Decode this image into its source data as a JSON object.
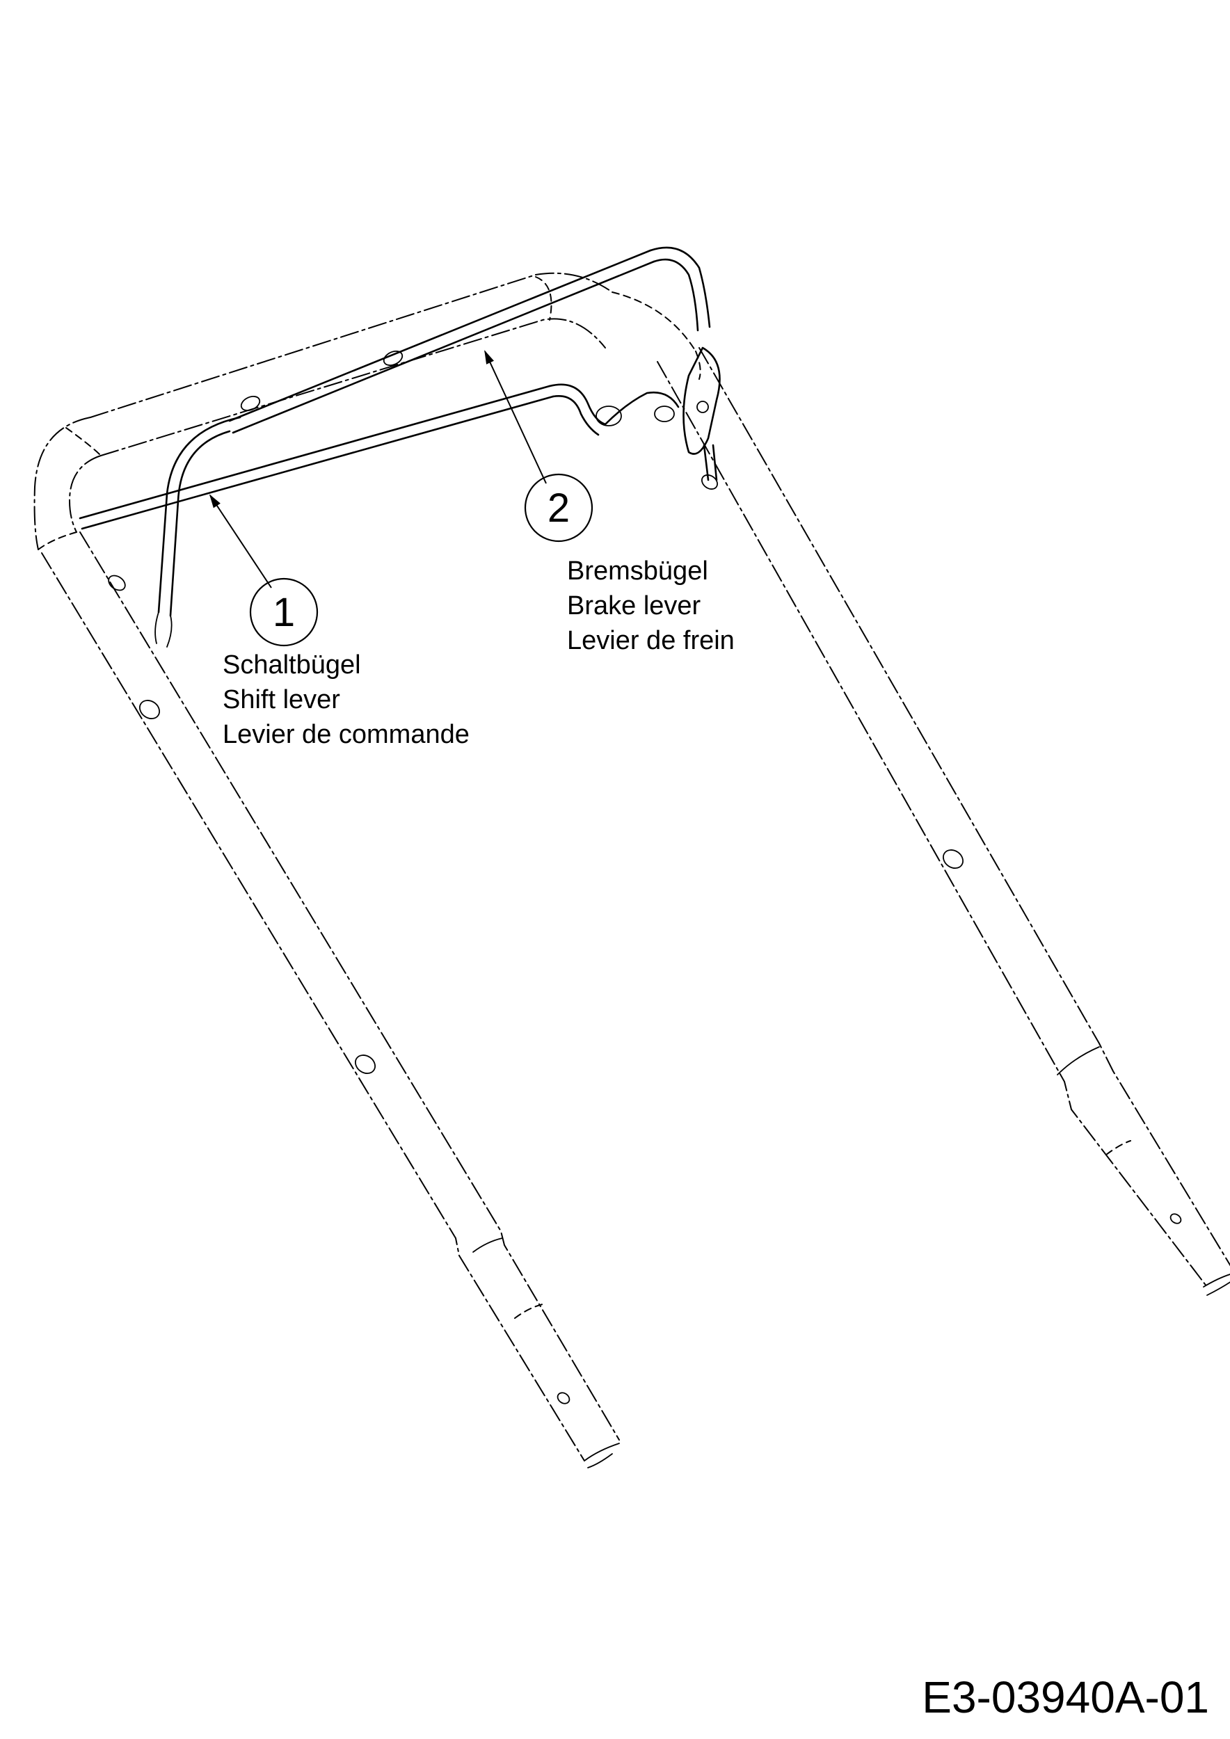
{
  "callouts": [
    {
      "number": "1",
      "lines": [
        "Schaltbügel",
        "Shift lever",
        "Levier de commande"
      ]
    },
    {
      "number": "2",
      "lines": [
        "Bremsbügel",
        "Brake lever",
        "Levier de frein"
      ]
    }
  ],
  "drawing_id": "E3-03940A-01"
}
